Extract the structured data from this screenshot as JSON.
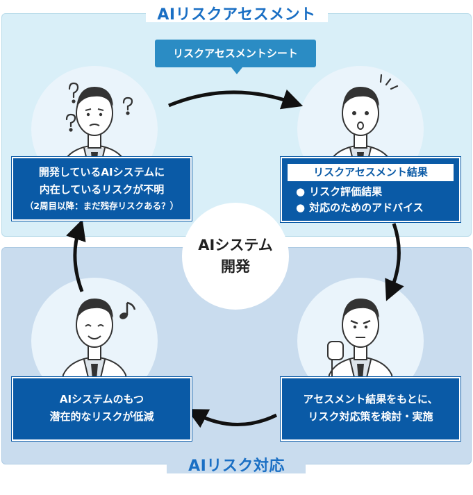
{
  "sections": {
    "assessment_title": "AIリスクアセスメント",
    "response_title": "AIリスク対応"
  },
  "sheet_tag": "リスクアセスメントシート",
  "center": {
    "label": "AIシステム\n開発"
  },
  "boxes": {
    "unknown_risk": {
      "line1": "開発しているAIシステムに",
      "line2": "内在しているリスクが不明",
      "note": "（2周目以降：まだ残存リスクある？）"
    },
    "result": {
      "heading": "リスクアセスメント結果",
      "bullets": [
        "リスク評価結果",
        "対応のためのアドバイス"
      ],
      "bullet_glyph": "●"
    },
    "action": {
      "line1": "アセスメント結果をもとに、",
      "line2": "リスク対応策を検討・実施"
    },
    "reduced": {
      "line1": "AIシステムのもつ",
      "line2": "潜在的なリスクが低減"
    }
  },
  "colors": {
    "accent": "#1a6fc4",
    "box": "#0a5aa6",
    "tag": "#2b8cc4",
    "panel_top": "#d9eff8",
    "panel_bottom": "#c9dcee"
  },
  "icons": [
    "question-mark-icon",
    "surprise-mark-icon",
    "music-note-icon"
  ]
}
